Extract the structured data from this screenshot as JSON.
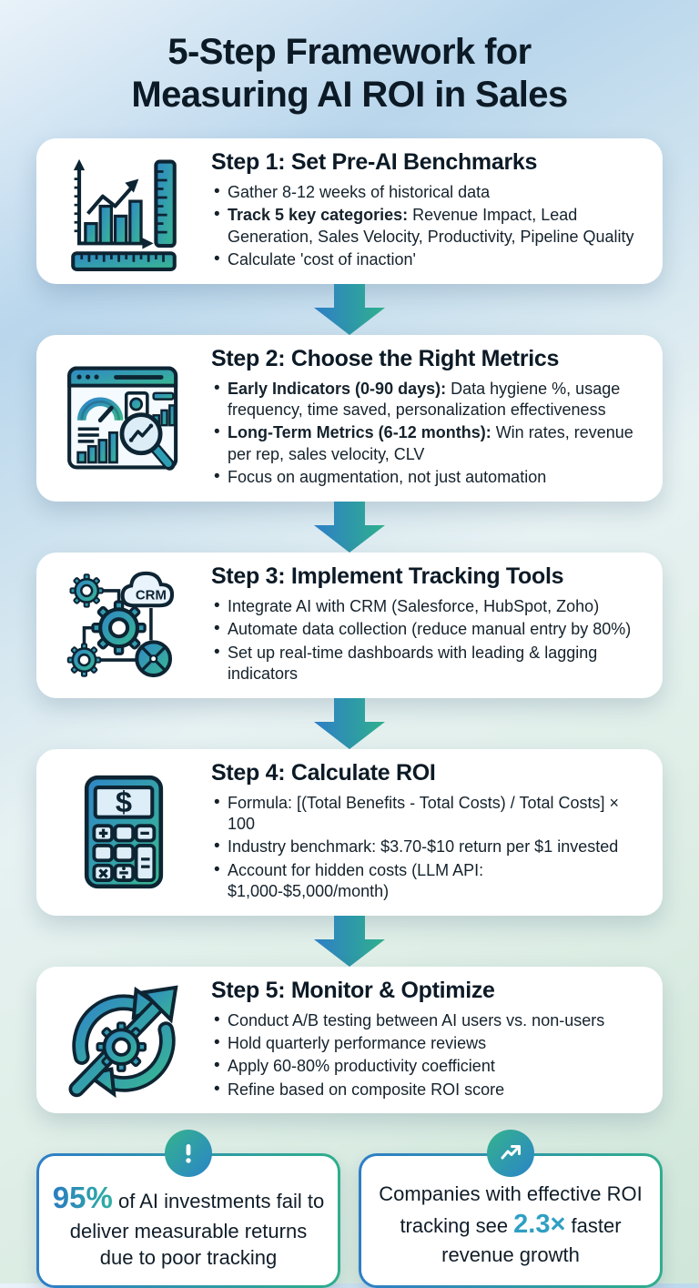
{
  "page": {
    "title_line1": "5-Step Framework for",
    "title_line2": "Measuring AI ROI in Sales"
  },
  "colors": {
    "accent_blue": "#2e7ec7",
    "accent_green": "#2fae8c",
    "outline_navy": "#0d2433",
    "highlight_left_gradient": [
      "#2a7cc2",
      "#2fb0a0"
    ],
    "highlight_right": "#2f9fc4",
    "card_bg": "#ffffff"
  },
  "steps": [
    {
      "heading": "Step 1: Set Pre-AI Benchmarks",
      "icon": "chart-ruler-icon",
      "bullets": [
        {
          "bold": "",
          "text": "Gather 8-12 weeks of historical data"
        },
        {
          "bold": "Track 5 key categories:",
          "text": " Revenue Impact, Lead Generation, Sales Velocity, Productivity, Pipeline Quality"
        },
        {
          "bold": "",
          "text": "Calculate 'cost of inaction'"
        }
      ]
    },
    {
      "heading": "Step 2: Choose the Right Metrics",
      "icon": "dashboard-icon",
      "bullets": [
        {
          "bold": "Early Indicators (0-90 days):",
          "text": " Data hygiene %, usage frequency, time saved, personalization effectiveness"
        },
        {
          "bold": "Long-Term Metrics (6-12 months):",
          "text": " Win rates, revenue per rep, sales velocity, CLV"
        },
        {
          "bold": "",
          "text": "Focus on augmentation, not just automation"
        }
      ]
    },
    {
      "heading": "Step 3: Implement Tracking Tools",
      "icon": "integration-gears-icon",
      "icon_label": "CRM",
      "bullets": [
        {
          "bold": "",
          "text": "Integrate AI with CRM (Salesforce, HubSpot, Zoho)"
        },
        {
          "bold": "",
          "text": "Automate data collection (reduce manual entry by 80%)"
        },
        {
          "bold": "",
          "text": "Set up real-time dashboards with leading & lagging indicators"
        }
      ]
    },
    {
      "heading": "Step 4: Calculate ROI",
      "icon": "calculator-icon",
      "icon_symbol": "$",
      "bullets": [
        {
          "bold": "",
          "text": "Formula: [(Total Benefits - Total Costs) / Total Costs] × 100"
        },
        {
          "bold": "",
          "text": "Industry benchmark: $3.70-$10 return per $1 invested"
        },
        {
          "bold": "",
          "text": "Account for hidden costs (LLM API: $1,000-$5,000/month)"
        }
      ]
    },
    {
      "heading": "Step 5: Monitor & Optimize",
      "icon": "monitor-cycle-icon",
      "bullets": [
        {
          "bold": "",
          "text": "Conduct A/B testing between AI users vs. non-users"
        },
        {
          "bold": "",
          "text": "Hold quarterly performance reviews"
        },
        {
          "bold": "",
          "text": "Apply 60-80% productivity coefficient"
        },
        {
          "bold": "",
          "text": "Refine based on composite ROI score"
        }
      ]
    }
  ],
  "callouts": [
    {
      "icon": "alert-icon",
      "segments": [
        {
          "t": "95%",
          "hl": true
        },
        {
          "t": " of AI investments fail to deliver measurable returns due to poor tracking",
          "hl": false
        }
      ]
    },
    {
      "icon": "growth-icon",
      "segments": [
        {
          "t": "Companies with effective ROI tracking see ",
          "hl": false
        },
        {
          "t": "2.3×",
          "hl": true
        },
        {
          "t": " faster revenue growth",
          "hl": false
        }
      ]
    }
  ]
}
